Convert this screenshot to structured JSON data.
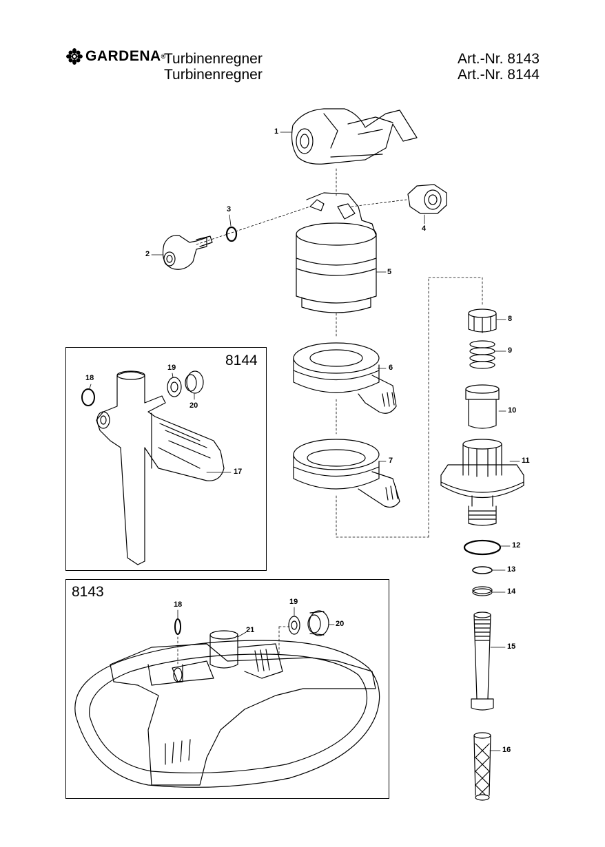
{
  "header": {
    "brand": "GARDENA",
    "trademark": "®",
    "titles": [
      "Turbinenregner",
      "Turbinenregner"
    ],
    "article_numbers": [
      "Art.-Nr. 8143",
      "Art.-Nr. 8144"
    ]
  },
  "boxes": {
    "box_8144_label": "8144",
    "box_8143_label": "8143"
  },
  "callouts": {
    "p1": "1",
    "p2": "2",
    "p3": "3",
    "p4": "4",
    "p5": "5",
    "p6": "6",
    "p7": "7",
    "p8": "8",
    "p9": "9",
    "p10": "10",
    "p11": "11",
    "p12": "12",
    "p13": "13",
    "p14": "14",
    "p15": "15",
    "p16": "16",
    "b17": "17",
    "b18": "18",
    "b19": "19",
    "b20": "20",
    "c18": "18",
    "c19": "19",
    "c20": "20",
    "c21": "21"
  }
}
